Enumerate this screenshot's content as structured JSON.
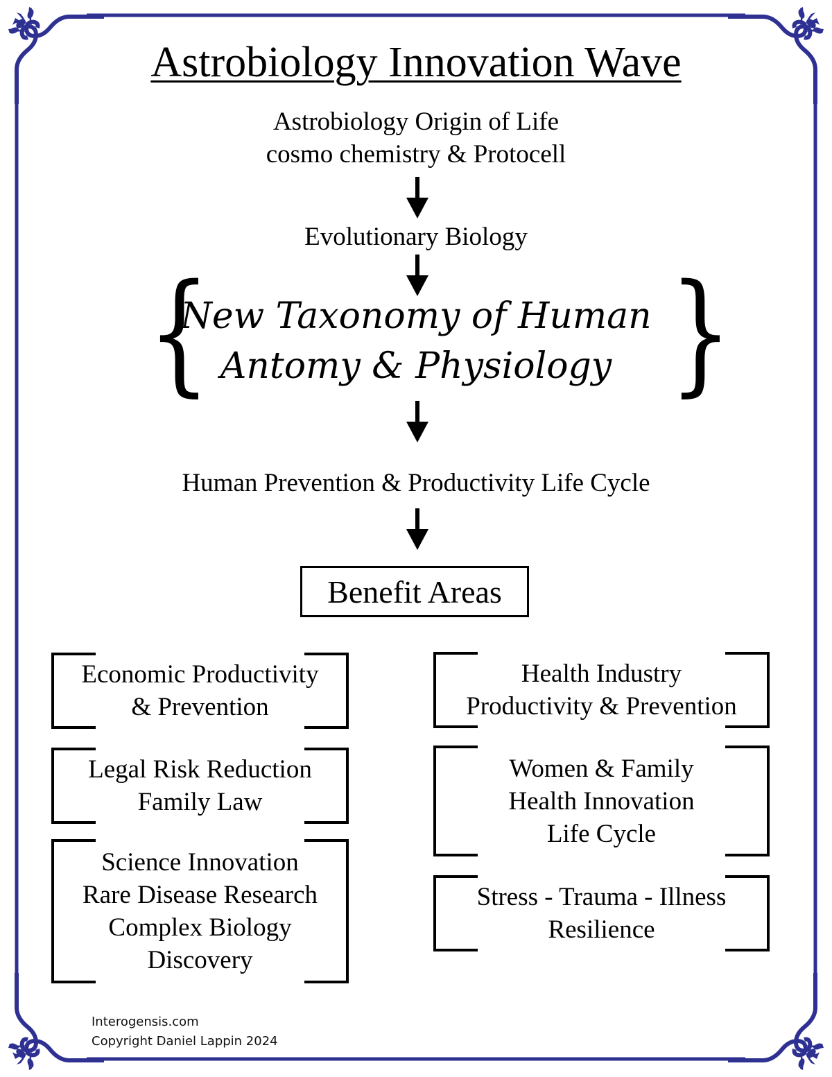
{
  "title": "Astrobiology Innovation Wave",
  "colors": {
    "frame": "#2e3192",
    "text": "#000000",
    "background": "#ffffff"
  },
  "flow": {
    "step1": {
      "line1": "Astrobiology Origin of Life",
      "line2": "cosmo chemistry & Protocell"
    },
    "step2": "Evolutionary Biology",
    "step3": {
      "line1": "New Taxonomy of Human",
      "line2": "Antomy & Physiology",
      "brace_left": "{",
      "brace_right": "}"
    },
    "step4": "Human Prevention & Productivity Life Cycle",
    "step5": "Benefit Areas"
  },
  "benefit_areas": {
    "left": [
      {
        "lines": [
          "Economic Productivity",
          "& Prevention"
        ]
      },
      {
        "lines": [
          "Legal Risk Reduction",
          "Family Law"
        ]
      },
      {
        "lines": [
          "Science Innovation",
          "Rare Disease Research",
          "Complex Biology",
          "Discovery"
        ]
      }
    ],
    "right": [
      {
        "lines": [
          "Health Industry",
          "Productivity & Prevention"
        ]
      },
      {
        "lines": [
          "Women & Family",
          "Health Innovation",
          "Life Cycle"
        ]
      },
      {
        "lines": [
          "Stress - Trauma - Illness",
          "Resilience"
        ]
      }
    ]
  },
  "footer": {
    "site": "Interogensis.com",
    "copyright": "Copyright Daniel Lappin 2024"
  },
  "icons": {
    "arrow": "arrow-down-icon",
    "corner": "corner-flourish-icon"
  }
}
